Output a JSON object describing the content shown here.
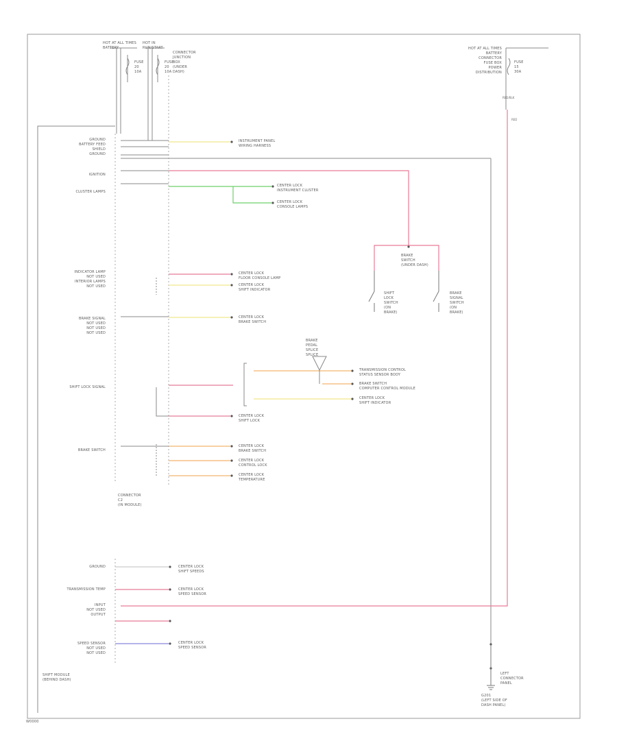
{
  "figure_code": "W0000",
  "fuses_left": {
    "fuse1_label": "HOT AT ALL TIMES\nBATTERY",
    "fuse1_amp": "FUSE\n20\n10A",
    "fuse2_label": "HOT IN\nRUN/START",
    "fuse2_amp": "FUSE\n20\n10A",
    "junction_box": "CONNECTOR\nJUNCTION\nBOX\n(UNDER\nDASH)"
  },
  "fuse_right": {
    "label": "HOT AT ALL TIMES\nBATTERY\nCONNECTOR\nFUSE BOX\nPOWER\nDISTRIBUTION",
    "amp": "FUSE\n15\n30A",
    "wire": "RED/BLK",
    "wire2": "RED"
  },
  "left_labels": {
    "l1": "GROUND\nBATTERY FEED\nSHIELD\nGROUND",
    "l2": "IGNITION",
    "l3": "CLUSTER LAMPS",
    "l4": "INDICATOR LAMP\nNOT USED\nINTERIOR LAMPS\nNOT USED",
    "l5": "BRAKE SIGNAL\nNOT USED\nNOT USED\nNOT USED",
    "l6": "SHIFT LOCK SIGNAL",
    "l7": "BRAKE SWITCH",
    "connector_bottom": "CONNECTOR\nC2\n(IN MODULE)",
    "l8": "GROUND",
    "l9": "TRANSMISSION TEMP",
    "l10": "INPUT\nNOT USED\nOUTPUT",
    "l11": "SPEED SENSOR\nNOT USED\nNOT USED",
    "module_bottom": "SHIFT MODULE\n(BEHIND DASH)"
  },
  "right_labels": {
    "r1": "INSTRUMENT PANEL\nWIRING HARNESS",
    "r2": "CENTER LOCK\nINSTRUMENT CLUSTER",
    "r3": "CENTER LOCK\nCONSOLE LAMPS",
    "r4": "CENTER LOCK\nFLOOR CONSOLE LAMP",
    "r5": "CENTER LOCK\nSHIFT INDICATOR",
    "r6": "CENTER LOCK\nBRAKE SWITCH",
    "r7": "TRANSMISSION CONTROL\nSTATUS SENSOR BODY",
    "r8": "BRAKE SWITCH\nCOMPUTER CONTROL MODULE",
    "r9": "CENTER LOCK\nSHIFT INDICATOR",
    "r10": "CENTER LOCK\nSHIFT LOCK",
    "r11": "CENTER LOCK\nBRAKE SWITCH",
    "r12": "CENTER LOCK\nCONTROL LOCK",
    "r13": "CENTER LOCK\nTEMPERATURE",
    "r14": "CENTER LOCK\nSHIFT SPEEDS",
    "r15": "CENTER LOCK\nSPEED SENSOR",
    "r16": "CENTER LOCK\nSPEED SENSOR"
  },
  "switch_block": {
    "title": "BRAKE\nSWITCH\n(UNDER DASH)",
    "left": "SHIFT\nLOCK\nSWITCH\n(ON\nBRAKE)",
    "right": "BRAKE\nSIGNAL\nSWITCH\n(ON\nBRAKE)"
  },
  "splice_label": "BRAKE\nPEDAL\nSPLICE\nSPLICE",
  "ground_label": "G201\n(LEFT SIDE OF\nDASH PANEL)",
  "connector_right": "LEFT\nCONNECTOR\nPANEL",
  "wire_colors": {
    "pink": "#e87a96",
    "green": "#6ed06a",
    "yellow": "#f0e88a",
    "orange": "#f4b36e",
    "blue": "#8888dd",
    "gray": "#9a9a9a"
  }
}
